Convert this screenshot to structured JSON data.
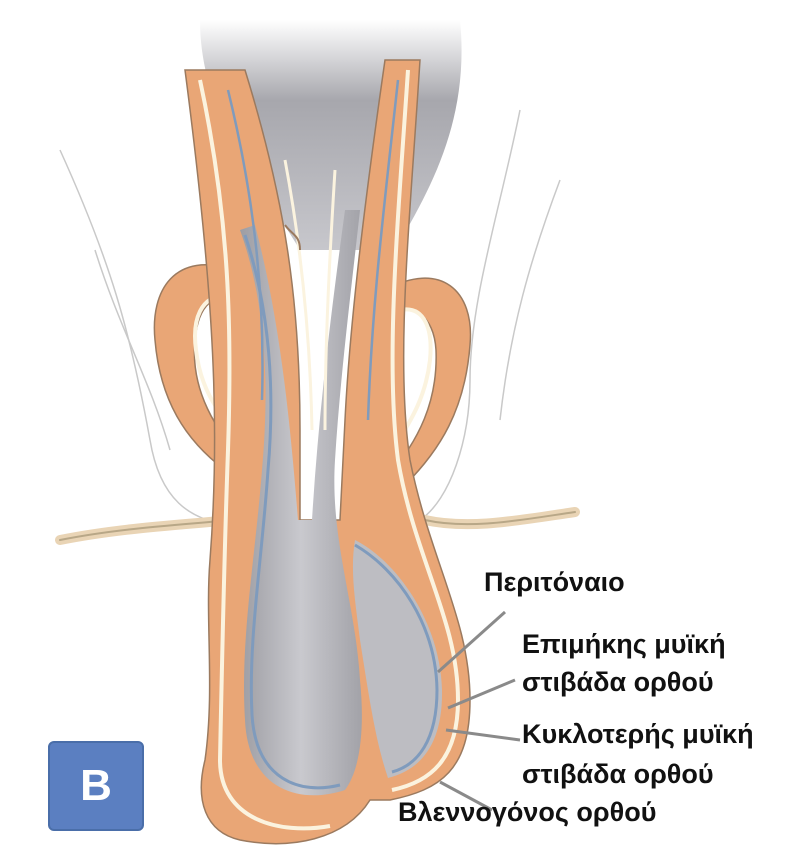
{
  "panel_letter": "B",
  "labels": {
    "peritoneum": "Περιτόναιο",
    "longitudinal_line1": "Επιμήκης μυϊκή",
    "longitudinal_line2": "στιβάδα ορθού",
    "circular_line1": "Κυκλοτερής μυϊκή",
    "circular_line2": "στιβάδα ορθού",
    "mucosa": "Βλεννογόνος ορθού"
  },
  "colors": {
    "muscle": "#e9a676",
    "muscle_light": "#f2c4a0",
    "lumen_gray": "#b9b9bf",
    "lumen_dark": "#8e8e94",
    "serosa_blue": "#7f9bbd",
    "white_line": "#fbf3df",
    "badge_blue": "#5b7fc1",
    "leader_line": "#8a8a8a"
  }
}
